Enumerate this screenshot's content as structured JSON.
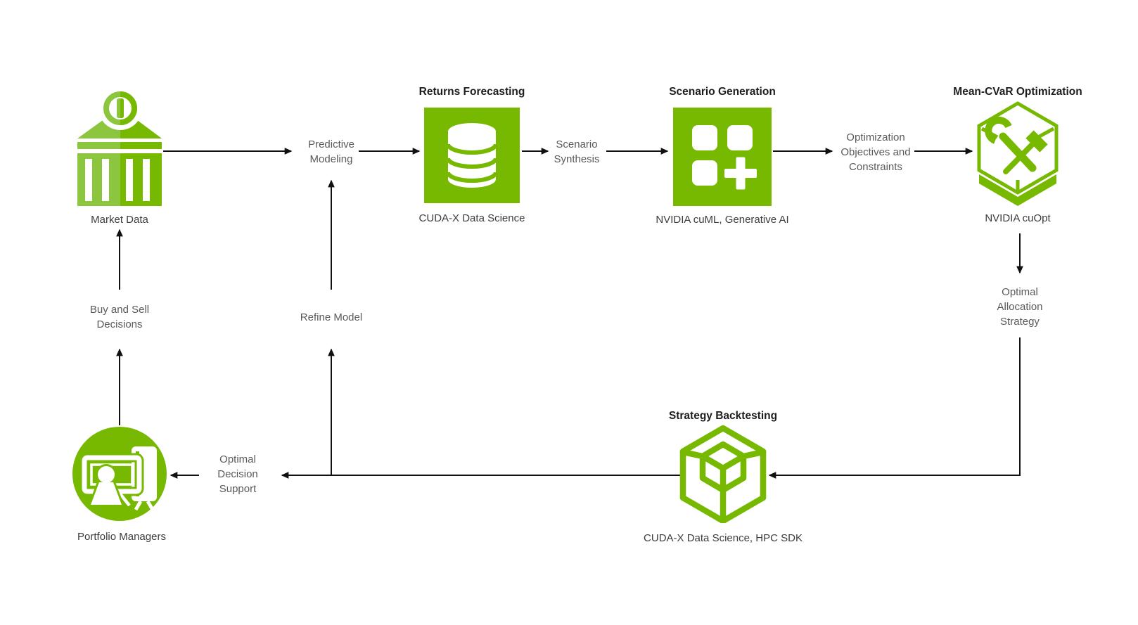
{
  "palette": {
    "nvidia_green": "#76B900",
    "light_green": "#8CC63F",
    "arrow_black": "#111111",
    "title_text": "#1d1d1d",
    "caption_text": "#3c3c3c",
    "label_text": "#5a5a5a",
    "background": "#ffffff"
  },
  "nodes": {
    "market_data": {
      "caption": "Market Data",
      "icon": "bank-building-icon"
    },
    "returns_forecasting": {
      "title": "Returns Forecasting",
      "caption": "CUDA-X Data Science",
      "icon": "database-icon"
    },
    "scenario_generation": {
      "title": "Scenario Generation",
      "caption": "NVIDIA cuML, Generative AI",
      "icon": "blocks-plus-icon"
    },
    "mean_cvar_optimization": {
      "title": "Mean-CVaR Optimization",
      "caption": "NVIDIA cuOpt",
      "icon": "hexagon-tools-icon"
    },
    "strategy_backtesting": {
      "title": "Strategy Backtesting",
      "caption": "CUDA-X Data Science, HPC SDK",
      "icon": "wireframe-cube-icon"
    },
    "portfolio_managers": {
      "caption": "Portfolio Managers",
      "icon": "person-presenting-icon"
    }
  },
  "flow_labels": {
    "predictive_modeling": [
      "Predictive",
      "Modeling"
    ],
    "scenario_synthesis": [
      "Scenario",
      "Synthesis"
    ],
    "optimization_objectives": [
      "Optimization",
      "Objectives and",
      "Constraints"
    ],
    "optimal_allocation": [
      "Optimal",
      "Allocation",
      "Strategy"
    ],
    "refine_model": [
      "Refine Model"
    ],
    "buy_and_sell": [
      "Buy and Sell",
      "Decisions"
    ],
    "optimal_decision": [
      "Optimal",
      "Decision",
      "Support"
    ]
  }
}
